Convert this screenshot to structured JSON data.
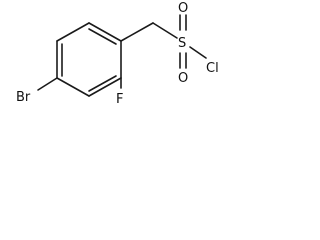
{
  "molecule": {
    "atoms": {
      "bromine": "Br",
      "fluorine": "F",
      "sulfur": "S",
      "oxygen_top": "O",
      "oxygen_bottom": "O",
      "chlorine": "Cl"
    },
    "colors": {
      "bond": "#1a1a1a",
      "text": "#111111",
      "background": "#ffffff"
    }
  }
}
